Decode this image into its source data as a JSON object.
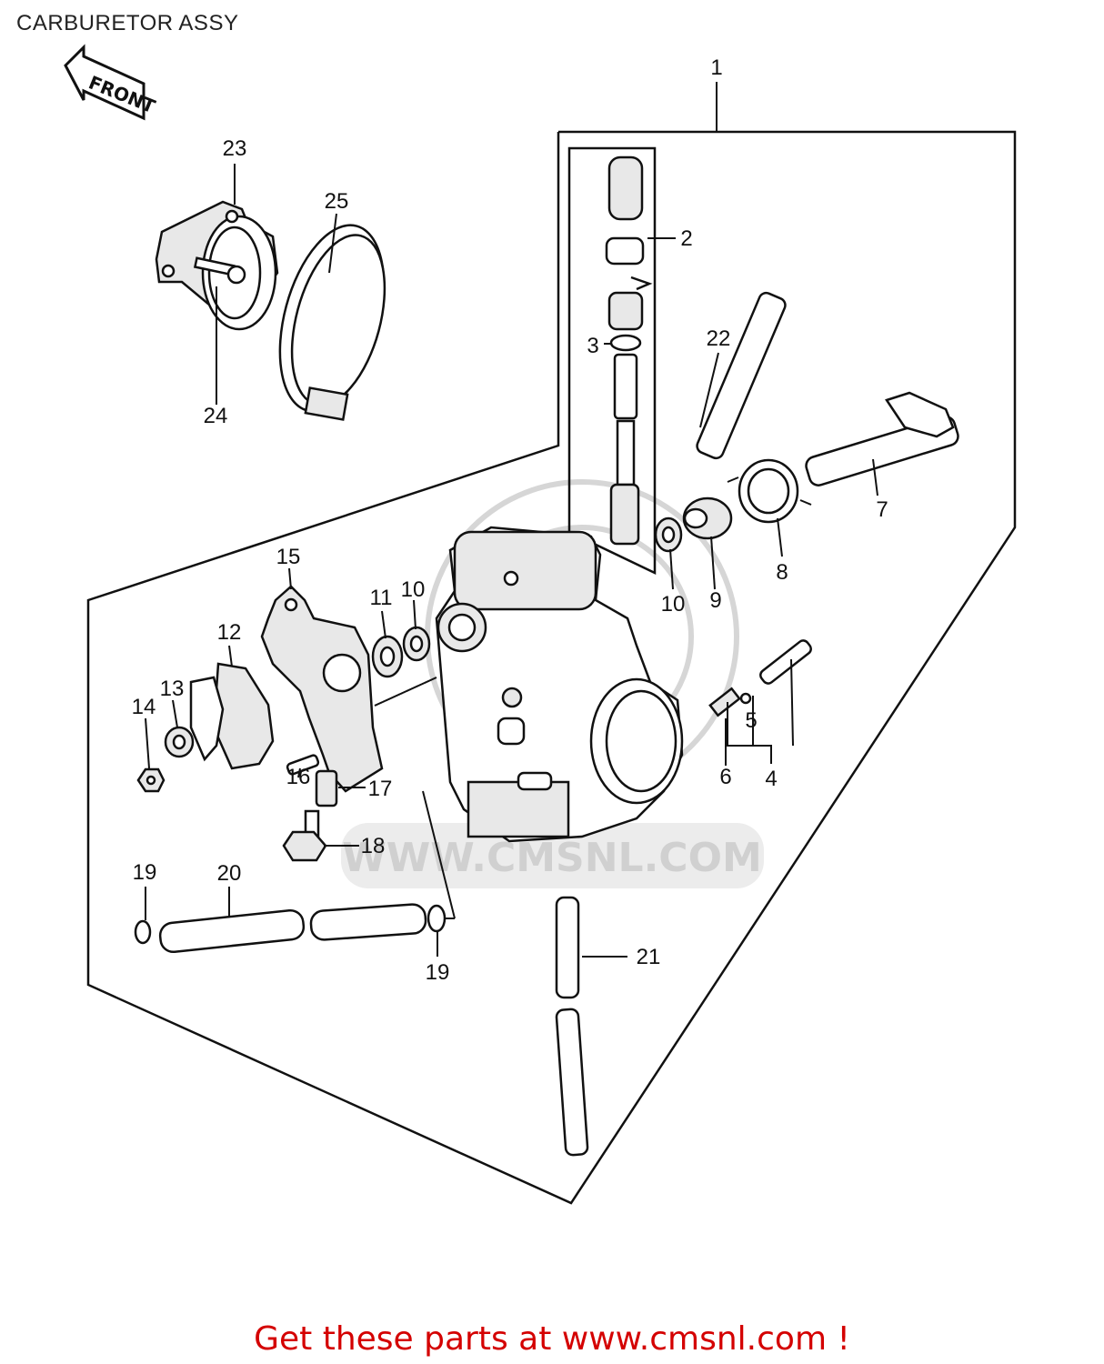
{
  "title": "CARBURETOR ASSY",
  "front_arrow": {
    "label": "FRONT"
  },
  "watermark": {
    "text": "WWW.CMSNL.COM"
  },
  "cta": {
    "text": "Get these parts at www.cmsnl.com !"
  },
  "callouts": [
    {
      "id": "c1",
      "label": "1"
    },
    {
      "id": "c2",
      "label": "2"
    },
    {
      "id": "c3",
      "label": "3"
    },
    {
      "id": "c4",
      "label": "4"
    },
    {
      "id": "c5",
      "label": "5"
    },
    {
      "id": "c6",
      "label": "6"
    },
    {
      "id": "c7",
      "label": "7"
    },
    {
      "id": "c8",
      "label": "8"
    },
    {
      "id": "c9",
      "label": "9"
    },
    {
      "id": "c10a",
      "label": "10"
    },
    {
      "id": "c10b",
      "label": "10"
    },
    {
      "id": "c11",
      "label": "11"
    },
    {
      "id": "c12",
      "label": "12"
    },
    {
      "id": "c13",
      "label": "13"
    },
    {
      "id": "c14",
      "label": "14"
    },
    {
      "id": "c15",
      "label": "15"
    },
    {
      "id": "c16",
      "label": "16"
    },
    {
      "id": "c17",
      "label": "17"
    },
    {
      "id": "c18",
      "label": "18"
    },
    {
      "id": "c19a",
      "label": "19"
    },
    {
      "id": "c19b",
      "label": "19"
    },
    {
      "id": "c20",
      "label": "20"
    },
    {
      "id": "c21",
      "label": "21"
    },
    {
      "id": "c22",
      "label": "22"
    },
    {
      "id": "c23",
      "label": "23"
    },
    {
      "id": "c24",
      "label": "24"
    },
    {
      "id": "c25",
      "label": "25"
    }
  ]
}
